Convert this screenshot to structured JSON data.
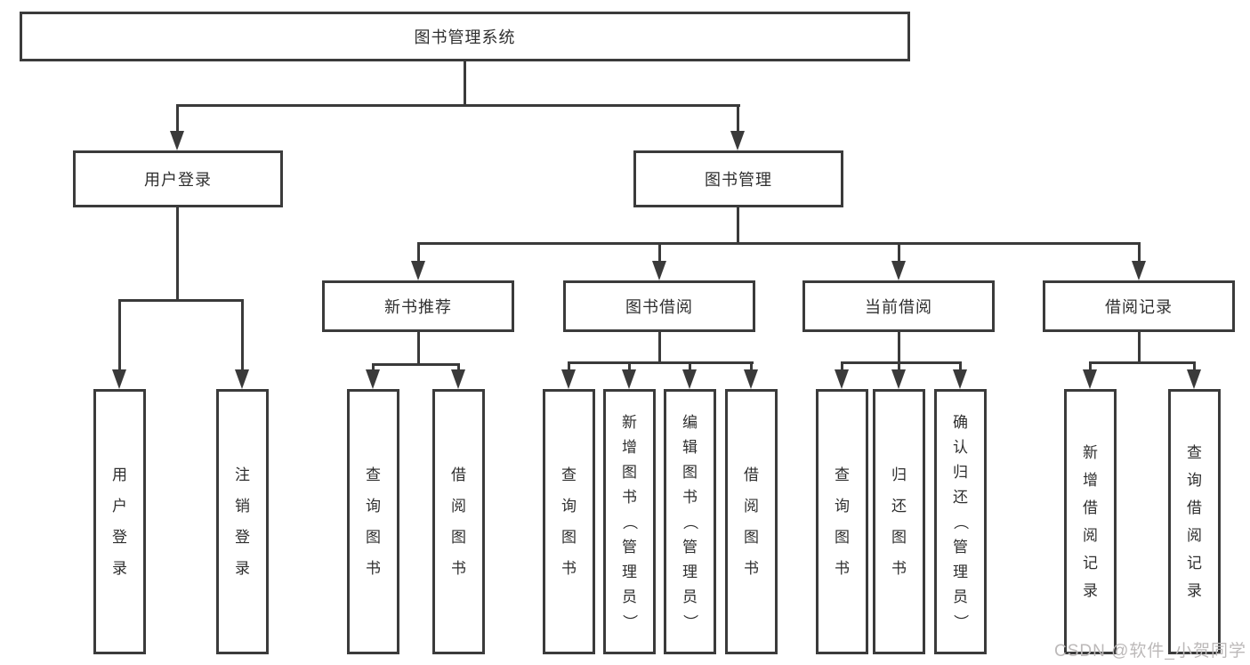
{
  "tree": {
    "label": "图书管理系统",
    "children": [
      {
        "label": "用户登录",
        "children": [
          {
            "label": "用户登录"
          },
          {
            "label": "注销登录"
          }
        ]
      },
      {
        "label": "图书管理",
        "children": [
          {
            "label": "新书推荐",
            "children": [
              {
                "label": "查询图书"
              },
              {
                "label": "借阅图书"
              }
            ]
          },
          {
            "label": "图书借阅",
            "children": [
              {
                "label": "查询图书"
              },
              {
                "label": "新增图书（管理员）"
              },
              {
                "label": "编辑图书（管理员）"
              },
              {
                "label": "借阅图书"
              }
            ]
          },
          {
            "label": "当前借阅",
            "children": [
              {
                "label": "查询图书"
              },
              {
                "label": "归还图书"
              },
              {
                "label": "确认归还（管理员）"
              }
            ]
          },
          {
            "label": "借阅记录",
            "children": [
              {
                "label": "新增借阅记录"
              },
              {
                "label": "查询借阅记录"
              }
            ]
          }
        ]
      }
    ]
  },
  "watermark": {
    "text": "CSDN @软件_小贺同学"
  },
  "colors": {
    "line": "#3a3a3a",
    "border": "#3b3b3b",
    "text": "#2f2f2f",
    "watermark": "#bcb9b9"
  }
}
